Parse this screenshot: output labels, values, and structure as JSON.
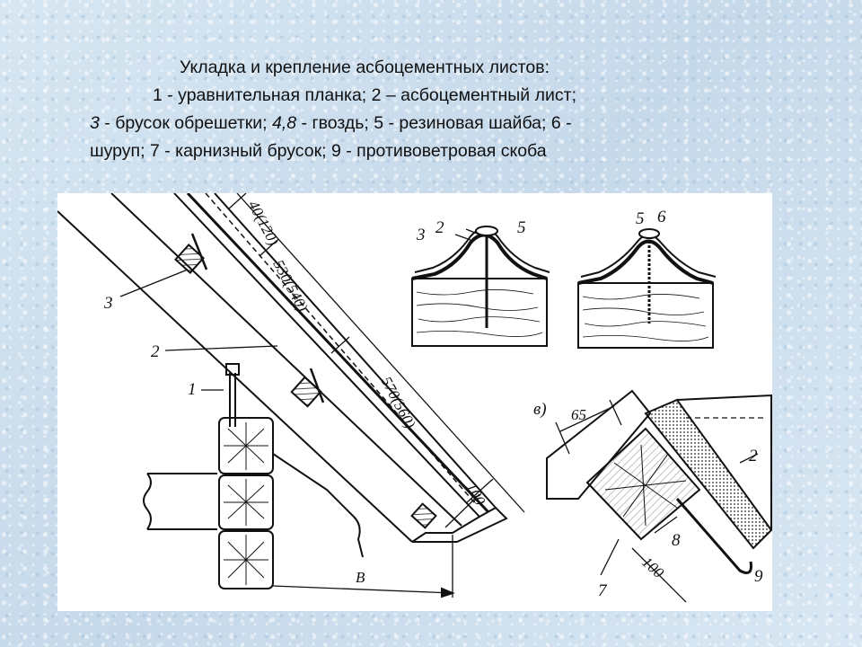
{
  "caption": {
    "line1": "Укладка и крепление асбоцементных листов:",
    "line2": "1 - уравнительная  планка;  2 – асбоцементный лист;",
    "line3a": "3",
    "line3b": " - брусок обрешетки;  ",
    "line3c": "4,8",
    "line3d": " - гвоздь;  5 - резиновая  шайба;  6 -",
    "line4": "шуруп;  7 - карнизный  брусок; 9 - противоветровая  скоба"
  },
  "main_drawing": {
    "labels": {
      "l1": "1",
      "l2": "2",
      "l3": "3"
    },
    "dimensions": {
      "d1": "40(120)",
      "d2": "530(540)",
      "d3": "570(560)",
      "d4": "100",
      "d5": "B"
    }
  },
  "detail_a": {
    "labels": {
      "l2": "2",
      "l3": "3",
      "l5": "5"
    }
  },
  "detail_b": {
    "labels": {
      "l5": "5",
      "l6": "6"
    }
  },
  "detail_c": {
    "tag": "в)",
    "dimensions": {
      "d65": "65",
      "d100": "100"
    },
    "labels": {
      "l2": "2",
      "l7": "7",
      "l8": "8",
      "l9": "9"
    }
  }
}
